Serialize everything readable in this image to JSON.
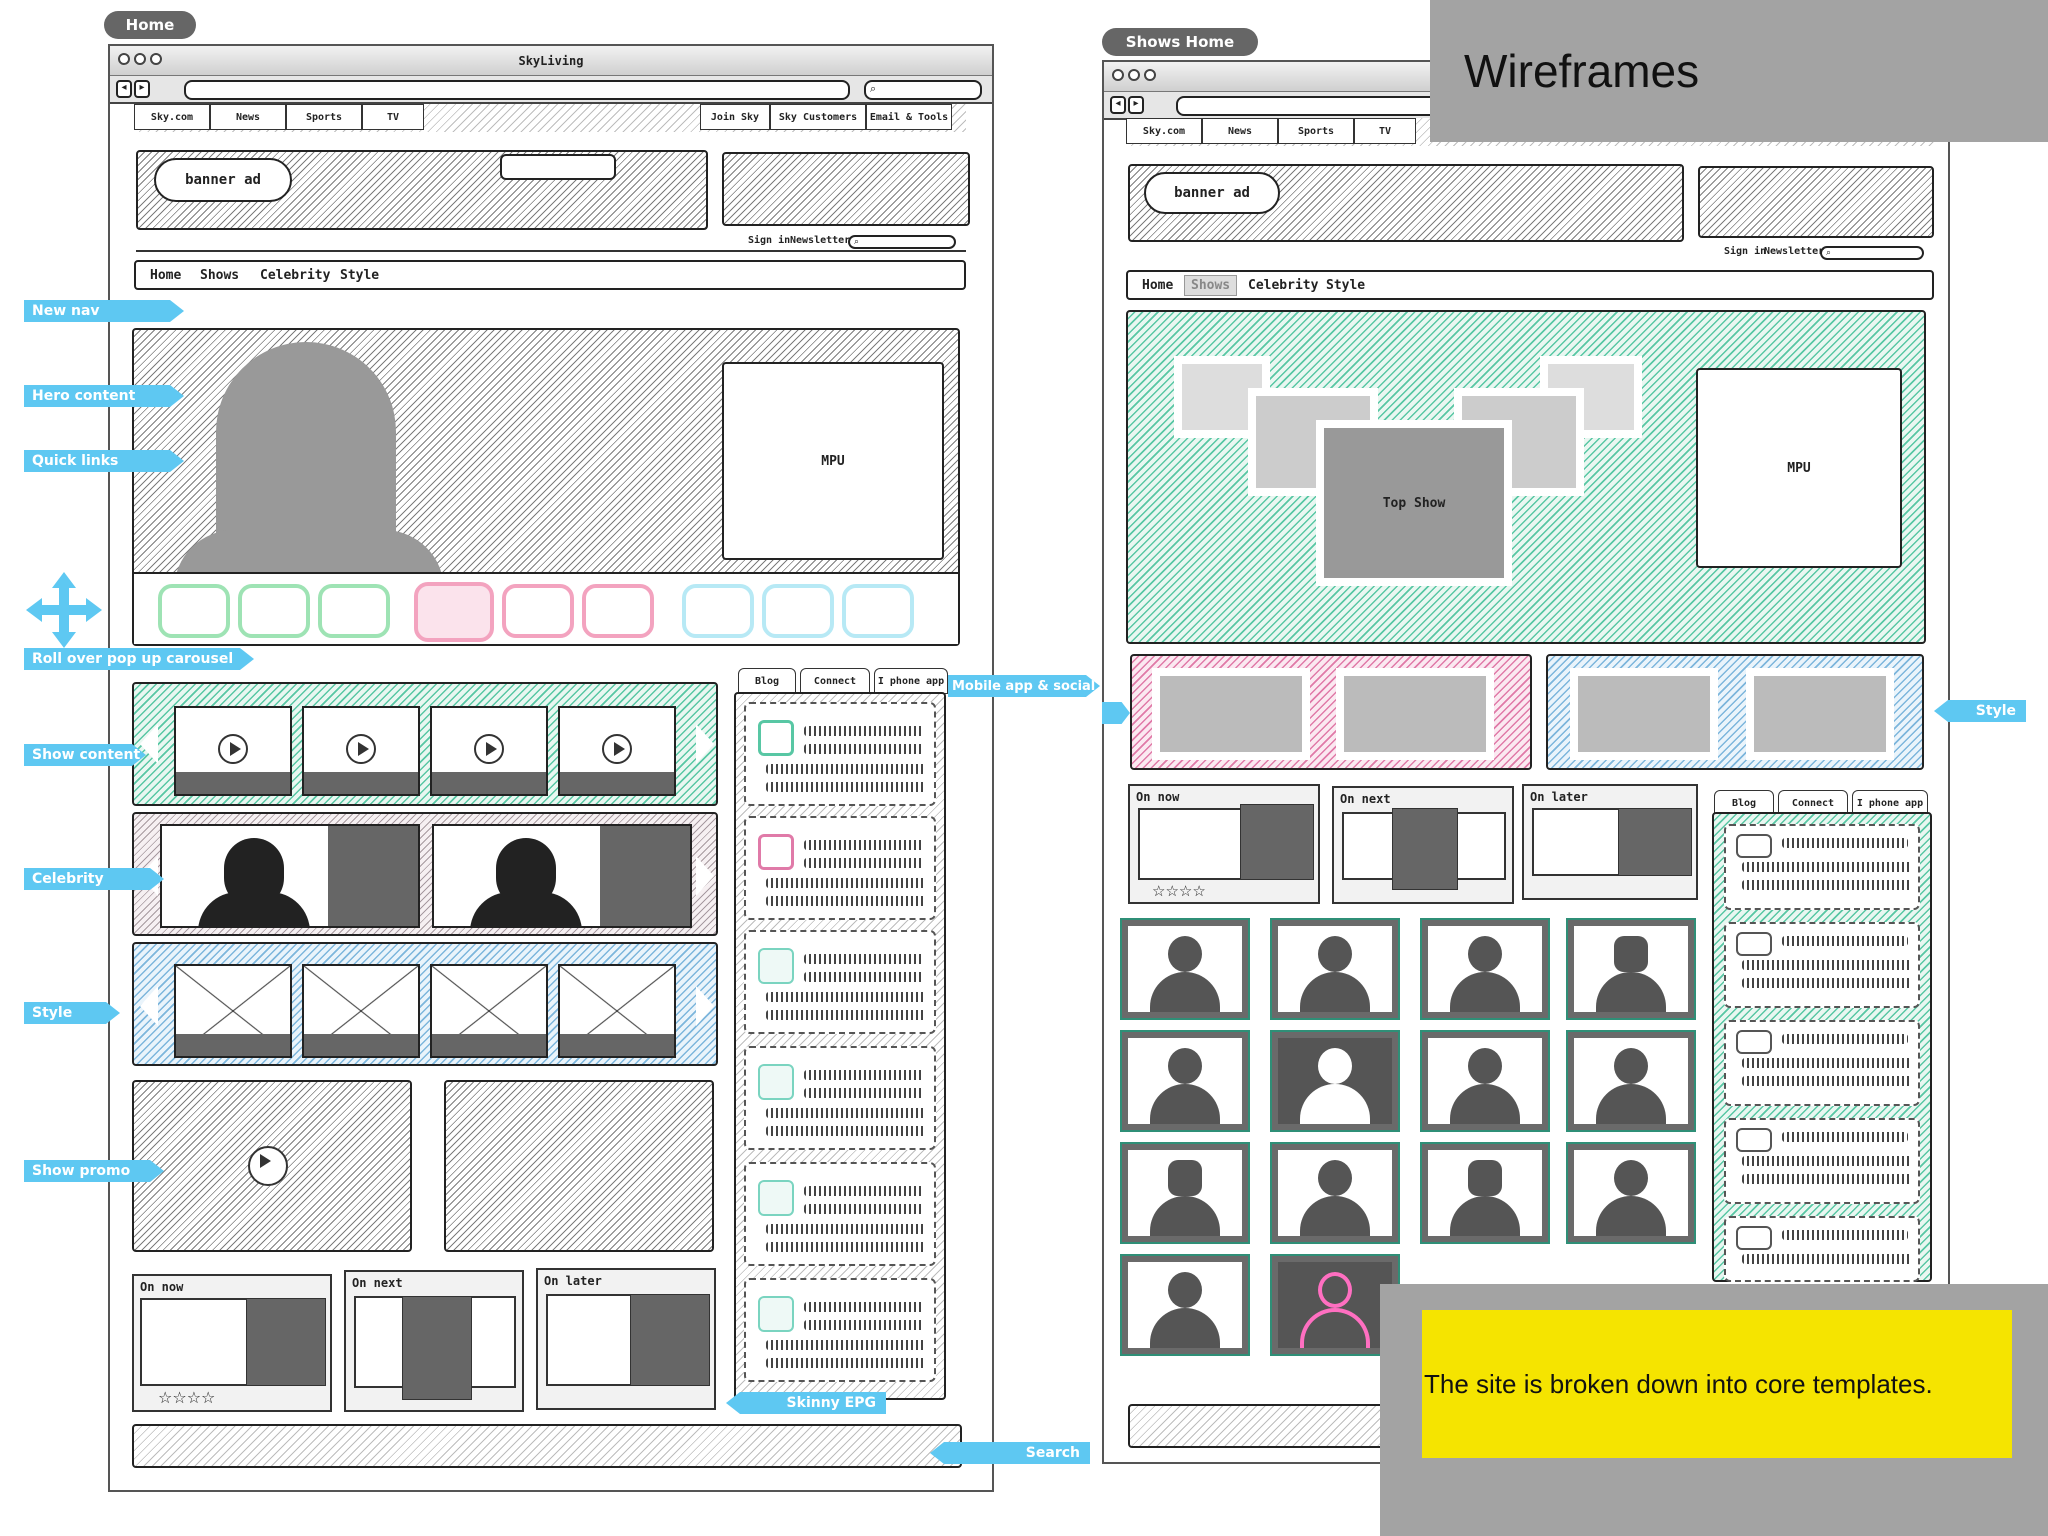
{
  "slide_title": "Wireframes",
  "caption": "The site is broken down into core templates.",
  "colors": {
    "accent_blue": "#5ec8f2",
    "green": "#58c7a4",
    "pink": "#e07aa8",
    "blue": "#7db6dc",
    "yellow": "#f5e400",
    "grey_panel": "#a3a3a3"
  },
  "left": {
    "page_tab": "Home",
    "window_title": "SkyLiving",
    "site_tabs": [
      "Sky.com",
      "News",
      "Sports",
      "TV",
      "Join Sky",
      "Sky Customers",
      "Email & Tools"
    ],
    "banner_ad": "banner ad",
    "signin": "Sign in",
    "newsletter": "Newsletter",
    "nav": [
      "Home",
      "Shows",
      "Celebrity",
      "Style"
    ],
    "mpu": "MPU",
    "side_tabs": [
      "Blog",
      "Connect",
      "I phone app"
    ],
    "epg": [
      "On now",
      "On next",
      "On later"
    ]
  },
  "annotations": {
    "new_nav": "New nav",
    "hero": "Hero content",
    "quick_links": "Quick links",
    "rollover": "Roll over  pop up carousel",
    "show_content": "Show content",
    "celebrity": "Celebrity",
    "style": "Style",
    "show_promo": "Show promo",
    "mobile": "Mobile app & social",
    "skinny_epg": "Skinny EPG",
    "search": "Search",
    "style_right": "Style"
  },
  "right": {
    "page_tab": "Shows Home",
    "site_tabs": [
      "Sky.com",
      "News",
      "Sports",
      "TV"
    ],
    "banner_ad": "banner ad",
    "signin": "Sign in",
    "newsletter": "Newsletter",
    "nav": [
      "Home",
      "Shows",
      "Celebrity",
      "Style"
    ],
    "top_show": "Top Show",
    "mpu": "MPU",
    "epg": [
      "On now",
      "On next",
      "On later"
    ],
    "side_tabs": [
      "Blog",
      "Connect",
      "I phone app"
    ]
  }
}
